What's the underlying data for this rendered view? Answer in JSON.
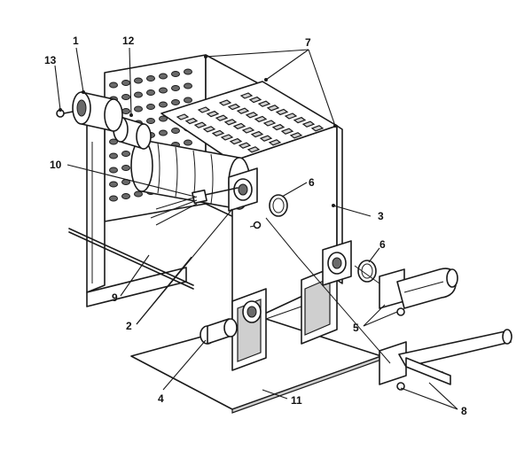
{
  "callouts": {
    "c1": "1",
    "c2": "2",
    "c3": "3",
    "c4": "4",
    "c5": "5",
    "c6a": "6",
    "c6b": "6",
    "c7": "7",
    "c8": "8",
    "c9": "9",
    "c10": "10",
    "c11": "11",
    "c12": "12",
    "c13": "13"
  }
}
